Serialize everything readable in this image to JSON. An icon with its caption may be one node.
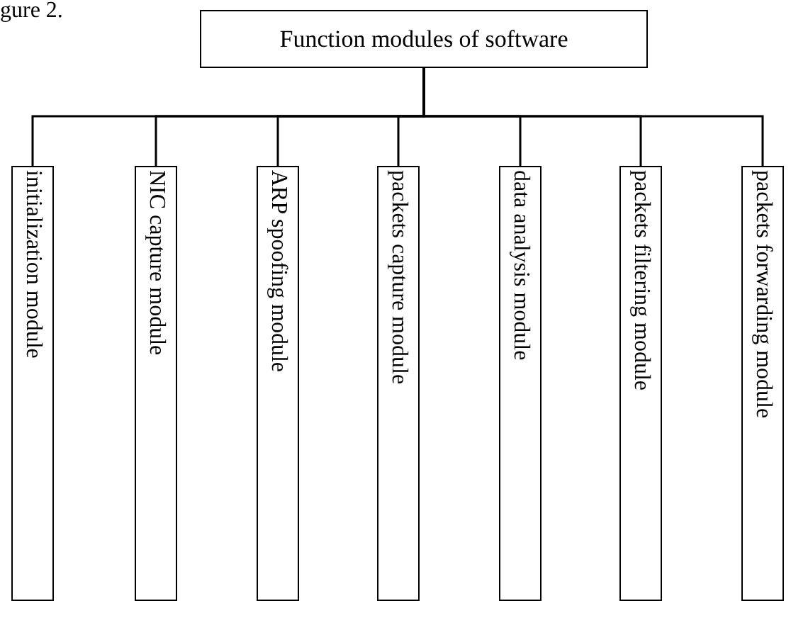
{
  "diagram": {
    "nodes": [
      {
        "text": [
          "Function modules of software"
        ]
      },
      {
        "text": [
          "initialization module"
        ]
      },
      {
        "text": [
          "NIC capture module"
        ]
      },
      {
        "text": [
          "ARP spoofing module"
        ]
      },
      {
        "text": [
          "packets capture module"
        ]
      },
      {
        "text": [
          "data analysis module"
        ]
      },
      {
        "text": [
          "packets filtering module"
        ]
      },
      {
        "text": [
          "packets forwarding module"
        ]
      }
    ],
    "edges": [
      {
        "from": 0,
        "to": 1,
        "arrow": "none"
      },
      {
        "from": 0,
        "to": 2,
        "arrow": "none"
      },
      {
        "from": 0,
        "to": 3,
        "arrow": "none"
      },
      {
        "from": 0,
        "to": 4,
        "arrow": "none"
      },
      {
        "from": 0,
        "to": 5,
        "arrow": "none"
      },
      {
        "from": 0,
        "to": 6,
        "arrow": "none"
      },
      {
        "from": 0,
        "to": 7,
        "arrow": "none"
      }
    ],
    "labels": [
      "gure 2."
    ]
  }
}
